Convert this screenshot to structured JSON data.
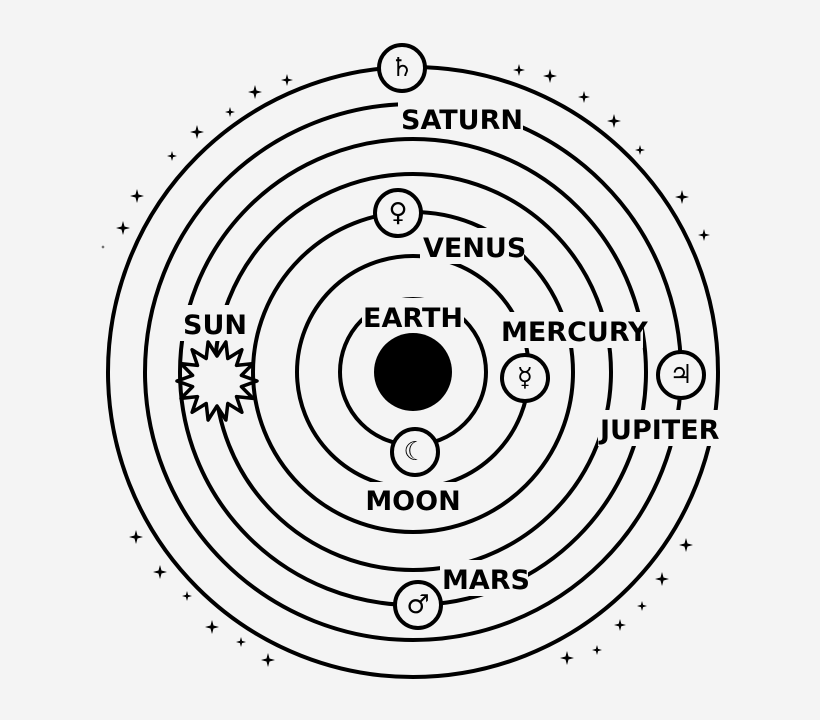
{
  "colors": {
    "ink": "#000000",
    "background": "#f4f4f4"
  },
  "bodies": {
    "earth": {
      "label": "EARTH"
    },
    "moon": {
      "label": "MOON",
      "icon": "crescent-moon-icon",
      "symbol": "☾"
    },
    "mercury": {
      "label": "MERCURY",
      "icon": "mercury-symbol-icon",
      "symbol": "☿"
    },
    "venus": {
      "label": "VENUS",
      "icon": "venus-symbol-icon",
      "symbol": "♀"
    },
    "sun": {
      "label": "SUN",
      "icon": "sun-icon"
    },
    "mars": {
      "label": "MARS",
      "icon": "mars-symbol-icon",
      "symbol": "♂"
    },
    "jupiter": {
      "label": "JUPITER",
      "icon": "jupiter-symbol-icon",
      "symbol": "♃"
    },
    "saturn": {
      "label": "SATURN",
      "icon": "saturn-symbol-icon",
      "symbol": "♄"
    }
  }
}
